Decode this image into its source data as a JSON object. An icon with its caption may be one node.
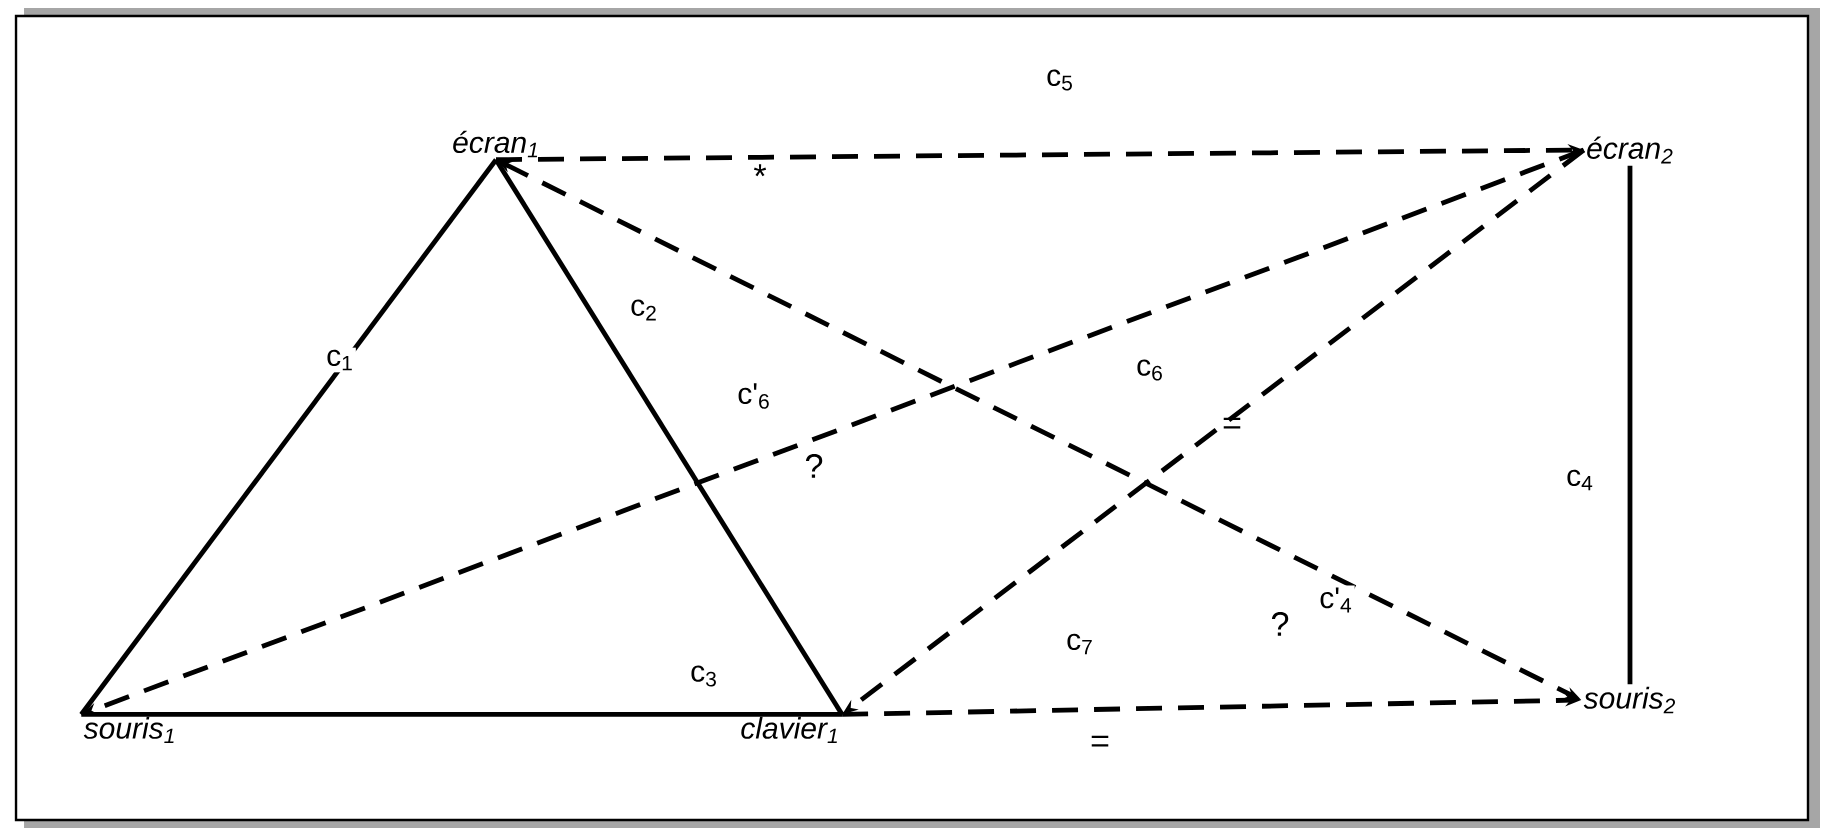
{
  "diagram": {
    "nodes": [
      {
        "text": [
          "écran$_{1}$"
        ]
      },
      {
        "text": [
          "écran$_{2}$"
        ]
      },
      {
        "text": [
          "souris$_{1}$"
        ]
      },
      {
        "text": [
          "clavier$_{1}$"
        ]
      },
      {
        "text": [
          "souris$_{2}$"
        ]
      }
    ],
    "edges": [
      {
        "from": 0,
        "to": 2,
        "arrow": "none",
        "label": "c$_{1}$"
      },
      {
        "from": 0,
        "to": 3,
        "arrow": "none",
        "label": "c$_{2}$"
      },
      {
        "from": 2,
        "to": 3,
        "arrow": "none",
        "label": "c$_{3}$"
      },
      {
        "from": 1,
        "to": 4,
        "arrow": "none",
        "label": "c$_{4}$"
      },
      {
        "from": 0,
        "to": 1,
        "arrow": "to",
        "style": "dashed",
        "label": "c$_{5}$"
      },
      {
        "from": 1,
        "to": 2,
        "arrow": "to",
        "style": "dashed",
        "label": "c'$_{6}$"
      },
      {
        "from": 1,
        "to": 3,
        "arrow": "to",
        "style": "dashed",
        "label": "c$_{6}$"
      },
      {
        "from": 0,
        "to": 4,
        "arrow": "both",
        "style": "dashed",
        "label": "c'$_{4}$"
      },
      {
        "from": 3,
        "to": 4,
        "arrow": "to",
        "style": "dashed",
        "label": "c$_{7}$"
      }
    ],
    "labels": [
      "*",
      "=",
      "?",
      "?",
      "="
    ]
  }
}
